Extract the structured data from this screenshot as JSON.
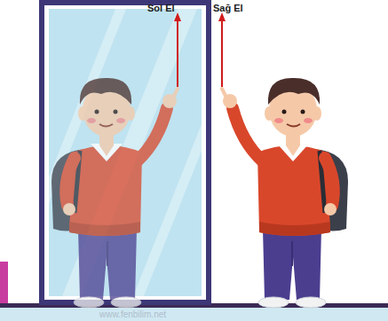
{
  "diagram": {
    "labels": [
      "Sol El",
      "Sağ El",
      "www.fenbilim.net"
    ]
  }
}
